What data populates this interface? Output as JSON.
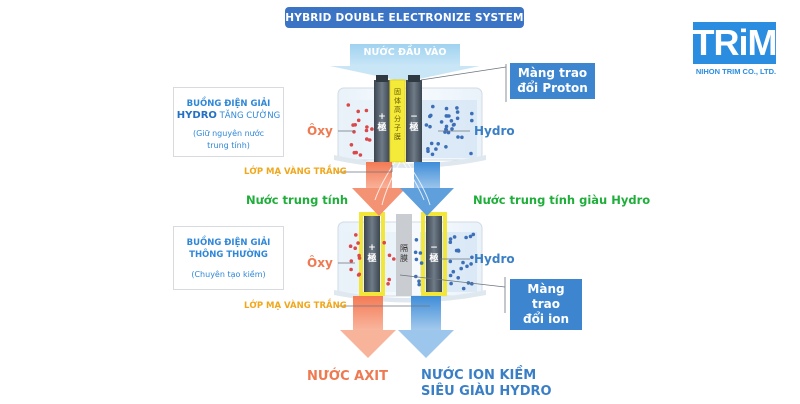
{
  "title": "HYBRID DOUBLE ELECTRONIZE SYSTEM",
  "logo": {
    "name": "TRiM",
    "company": "NIHON TRIM CO., LTD."
  },
  "inlet_label": "NƯỚC ĐẦU VÀO",
  "chamber_top": {
    "box_line1": "BUỒNG ĐIỆN GIẢI",
    "box_line2_bold": "HYDRO",
    "box_line2_rest": " TĂNG CƯỜNG",
    "box_note_line1": "(Giữ nguyên nước",
    "box_note_line2": "trung tính)",
    "oxy_label": "Ôxy",
    "hydro_label": "Hydro",
    "coating_label": "LỚP MẠ VÀNG TRẮNG",
    "membrane_callout_line1": "Màng trao",
    "membrane_callout_line2": "đổi Proton",
    "plus_electrode": "+ 極",
    "minus_electrode": "− 極",
    "membrane_text": "固体高分子膜"
  },
  "middle": {
    "left_output": "Nước trung tính",
    "right_output": "Nước trung tính giàu Hydro"
  },
  "chamber_bottom": {
    "box_line1": "BUỒNG ĐIỆN GIẢI",
    "box_line2": "THÔNG THƯỜNG",
    "box_note": "(Chuyên tạo kiềm)",
    "oxy_label": "Ôxy",
    "hydro_label": "Hydro",
    "coating_label": "LỚP MẠ VÀNG TRẮNG",
    "membrane_callout_line1": "Màng trao",
    "membrane_callout_line2": "đổi ion",
    "plus_electrode": "+ 極",
    "minus_electrode": "− 極",
    "membrane_text": "隔膜"
  },
  "outputs": {
    "acid": "NƯỚC AXIT",
    "alkaline_line1": "NƯỚC ION KIỀM",
    "alkaline_line2": "SIÊU GIÀU HYDRO"
  },
  "colors": {
    "title_bg": "#3b73c5",
    "logo_blue": "#2b8de0",
    "oxy_orange": "#ee7a52",
    "hydro_blue": "#3a7fc6",
    "coating_yellow": "#f0a71c",
    "green_text": "#1fae3a",
    "callout_bg": "#3d86cf"
  }
}
